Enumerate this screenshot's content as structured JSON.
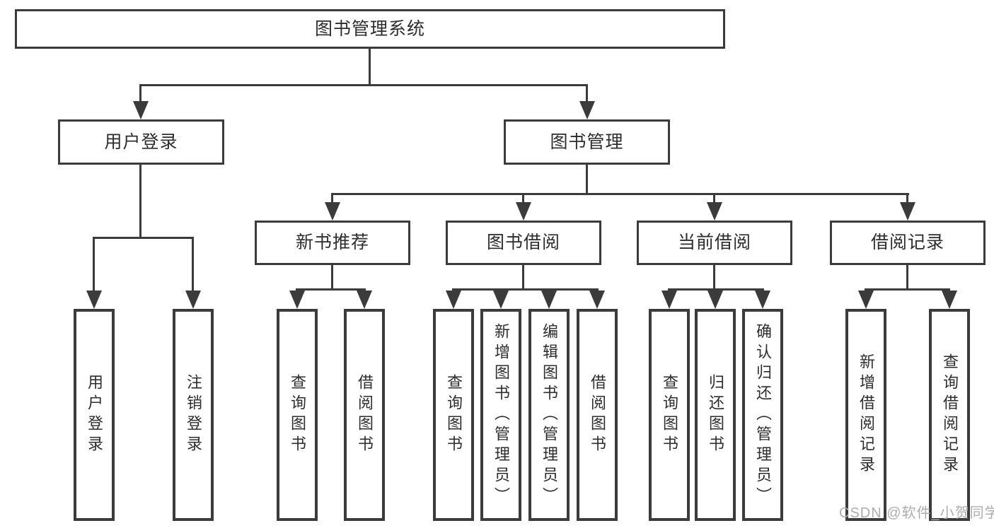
{
  "diagram": {
    "title_hint": "functional structure tree of a library management system",
    "root": {
      "label": "图书管理系统"
    },
    "level2": [
      {
        "label": "用户登录"
      },
      {
        "label": "图书管理"
      }
    ],
    "level3": [
      {
        "label": "新书推荐"
      },
      {
        "label": "图书借阅"
      },
      {
        "label": "当前借阅"
      },
      {
        "label": "借阅记录"
      }
    ],
    "leaves": {
      "user_login": [
        "用户登录",
        "注销登录"
      ],
      "new_books": [
        "查询图书",
        "借阅图书"
      ],
      "book_borrow": [
        "查询图书",
        "新增图书（管理员）",
        "编辑图书（管理员）",
        "借阅图书"
      ],
      "current_borrow": [
        "查询图书",
        "归还图书",
        "确认归还（管理员）"
      ],
      "borrow_records": [
        "新增借阅记录",
        "查询借阅记录"
      ]
    },
    "watermark": {
      "text": "CSDN @软件_小贺同学"
    },
    "colors": {
      "line": "#3b3b3b",
      "text": "#2d2d2d",
      "watermark": "#adadad",
      "background": "#ffffff"
    }
  }
}
